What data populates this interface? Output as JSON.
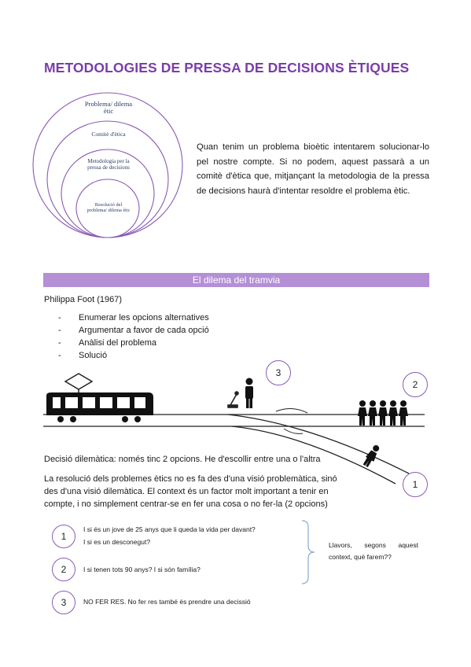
{
  "title": "METODOLOGIES DE PRESSA DE DECISIONS ÈTIQUES",
  "rings": [
    "Problema/ dilema ètic",
    "Comitè d'ètica",
    "Metodologia per la pressa de decisions",
    "Resolució del problema/ dilema ètic"
  ],
  "intro_text": "Quan tenim un problema bioètic intentarem solucionar-lo pel nostre compte. Si no podem, aquest passarà a un comitè d'ètica que, mitjançant la metodologia de la pressa de decisions haurà d'intentar resoldre el problema ètic.",
  "banner": "El dilema del tramvia",
  "author": "Philippa Foot (1967)",
  "steps": [
    "Enumerar les opcions alternatives",
    "Argumentar a favor de cada opció",
    "Anàlisi del problema",
    "Solució"
  ],
  "diagram": {
    "circle_3": "3",
    "circle_2": "2",
    "circle_1": "1"
  },
  "dilemma_text": "Decisió dilemàtica: només tinc 2 opcions. He d'escollir entre una o l'altra",
  "resolution_text": "La resolució dels problemes ètics no es fa des d'una visió problemàtica, sinó des d'una visió dilemàtica. El context és un factor molt important a tenir en compte, i no simplement centrar-se en fer una cosa o no fer-la (2 opcions)",
  "options": [
    {
      "num": "1",
      "line1": "I si és un jove de 25 anys que li queda la vida per davant?",
      "line2": "I si es un desconegut?"
    },
    {
      "num": "2",
      "line1": "I si tenen tots 90 anys? I si són família?",
      "line2": ""
    },
    {
      "num": "3",
      "line1": "NO FER RES. No fer res també és prendre una decissió",
      "line2": ""
    }
  ],
  "brace_text": "Llavors, segons aquest context, què farem??",
  "colors": {
    "accent": "#7a3ea8",
    "banner": "#b58fd6",
    "circle_border": "#8a5bb5"
  }
}
